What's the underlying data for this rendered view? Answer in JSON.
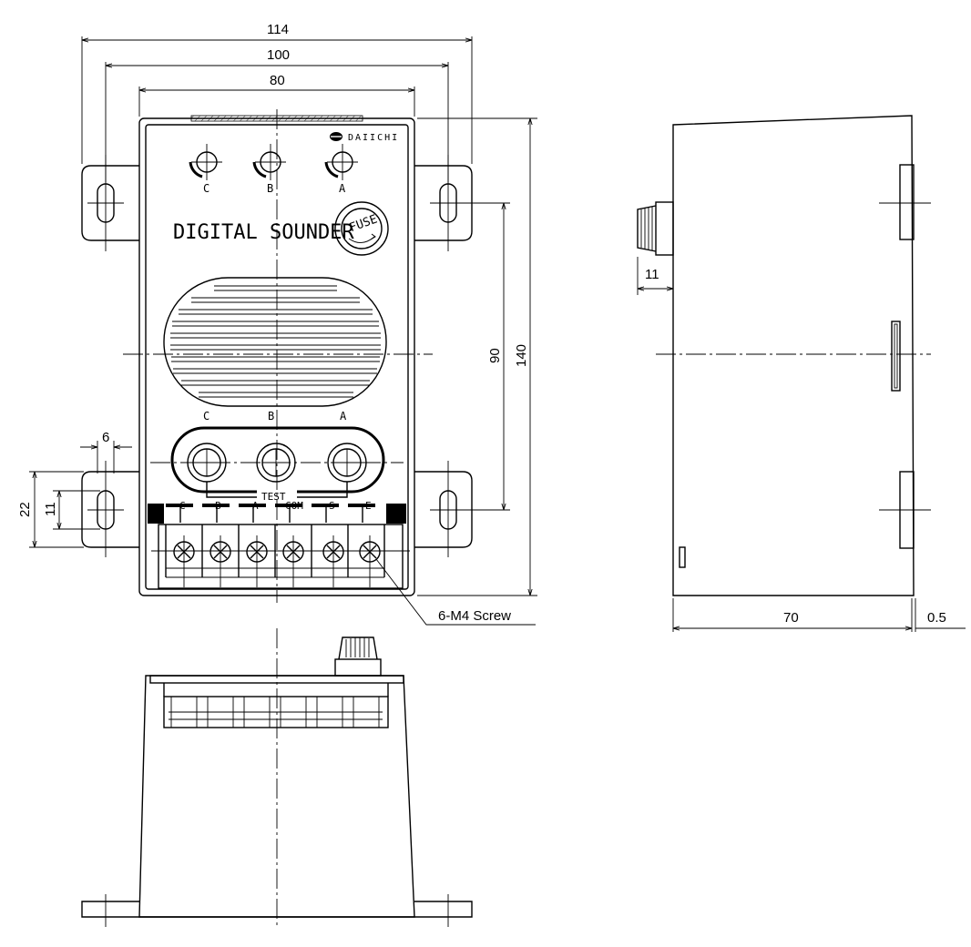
{
  "front_view": {
    "brand": "DAIICHI",
    "product_name": "DIGITAL SOUNDER",
    "fuse_label": "FUSE",
    "indicator_labels": [
      "C",
      "B",
      "A"
    ],
    "test_button_labels": [
      "C",
      "B",
      "A"
    ],
    "test_label": "TEST",
    "terminal_labels": [
      "C",
      "B",
      "A",
      "COM",
      "S",
      "E"
    ],
    "screw_callout": "6-M4 Screw"
  },
  "dimensions": {
    "overall_width": "114",
    "mount_hole_pitch": "100",
    "body_width": "80",
    "height": "140",
    "mount_vertical_pitch": "90",
    "slot_width": "6",
    "ear_height": "22",
    "slot_length": "11",
    "knob_protrusion": "11",
    "depth": "70",
    "gap": "0.5"
  }
}
